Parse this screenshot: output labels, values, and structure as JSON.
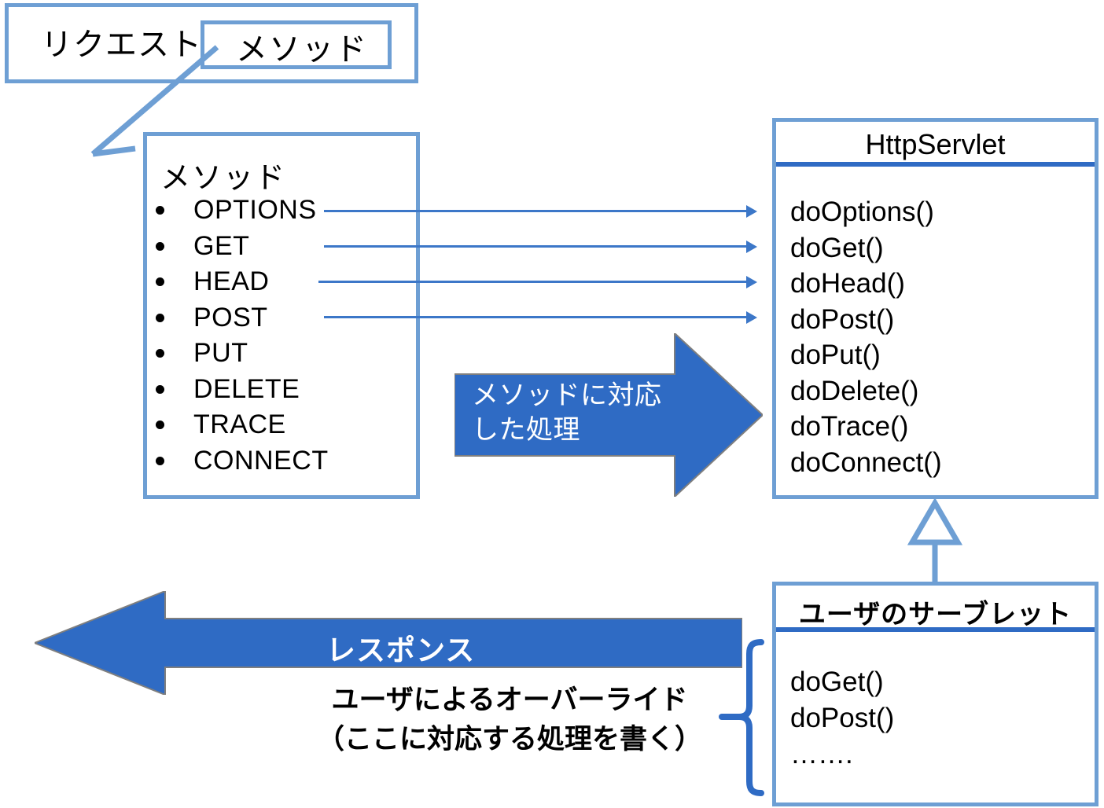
{
  "colors": {
    "box_border": "#6E9FD4",
    "arrow_fill": "#2F6BC4",
    "arrow_outline": "#7F7F7F",
    "connector": "#3C77C8",
    "divider": "#2F6BC4",
    "text": "#000000",
    "arrow_text": "#FFFFFF",
    "background": "#FFFFFF"
  },
  "request_box": {
    "label": "リクエスト",
    "method_chip_label": "メソッド"
  },
  "method_box": {
    "title": "メソッド",
    "items": [
      "OPTIONS",
      "GET",
      "HEAD",
      "POST",
      "PUT",
      "DELETE",
      "TRACE",
      "CONNECT"
    ]
  },
  "http_servlet": {
    "title": "HttpServlet",
    "methods": [
      "doOptions()",
      "doGet()",
      "doHead()",
      "doPost()",
      "doPut()",
      "doDelete()",
      "doTrace()",
      "doConnect()"
    ]
  },
  "user_servlet": {
    "title": "ユーザのサーブレット",
    "methods": [
      "doGet()",
      "doPost()",
      "……."
    ]
  },
  "process_arrow": {
    "label": "メソッドに対応\nした処理"
  },
  "response_arrow": {
    "label": "レスポンス"
  },
  "override_note": {
    "text": "ユーザによるオーバーライド\n（ここに対応する処理を書く）"
  },
  "connectors": [
    {
      "from": "OPTIONS",
      "to": "doOptions()"
    },
    {
      "from": "GET",
      "to": "doGet()"
    },
    {
      "from": "HEAD",
      "to": "doHead()"
    },
    {
      "from": "POST",
      "to": "doPost()"
    }
  ],
  "relations": [
    {
      "type": "generalization",
      "from": "ユーザのサーブレット",
      "to": "HttpServlet"
    },
    {
      "type": "callout",
      "from": "メソッド",
      "to": "メソッド"
    },
    {
      "type": "brace",
      "label": "ユーザによるオーバーライド"
    }
  ]
}
